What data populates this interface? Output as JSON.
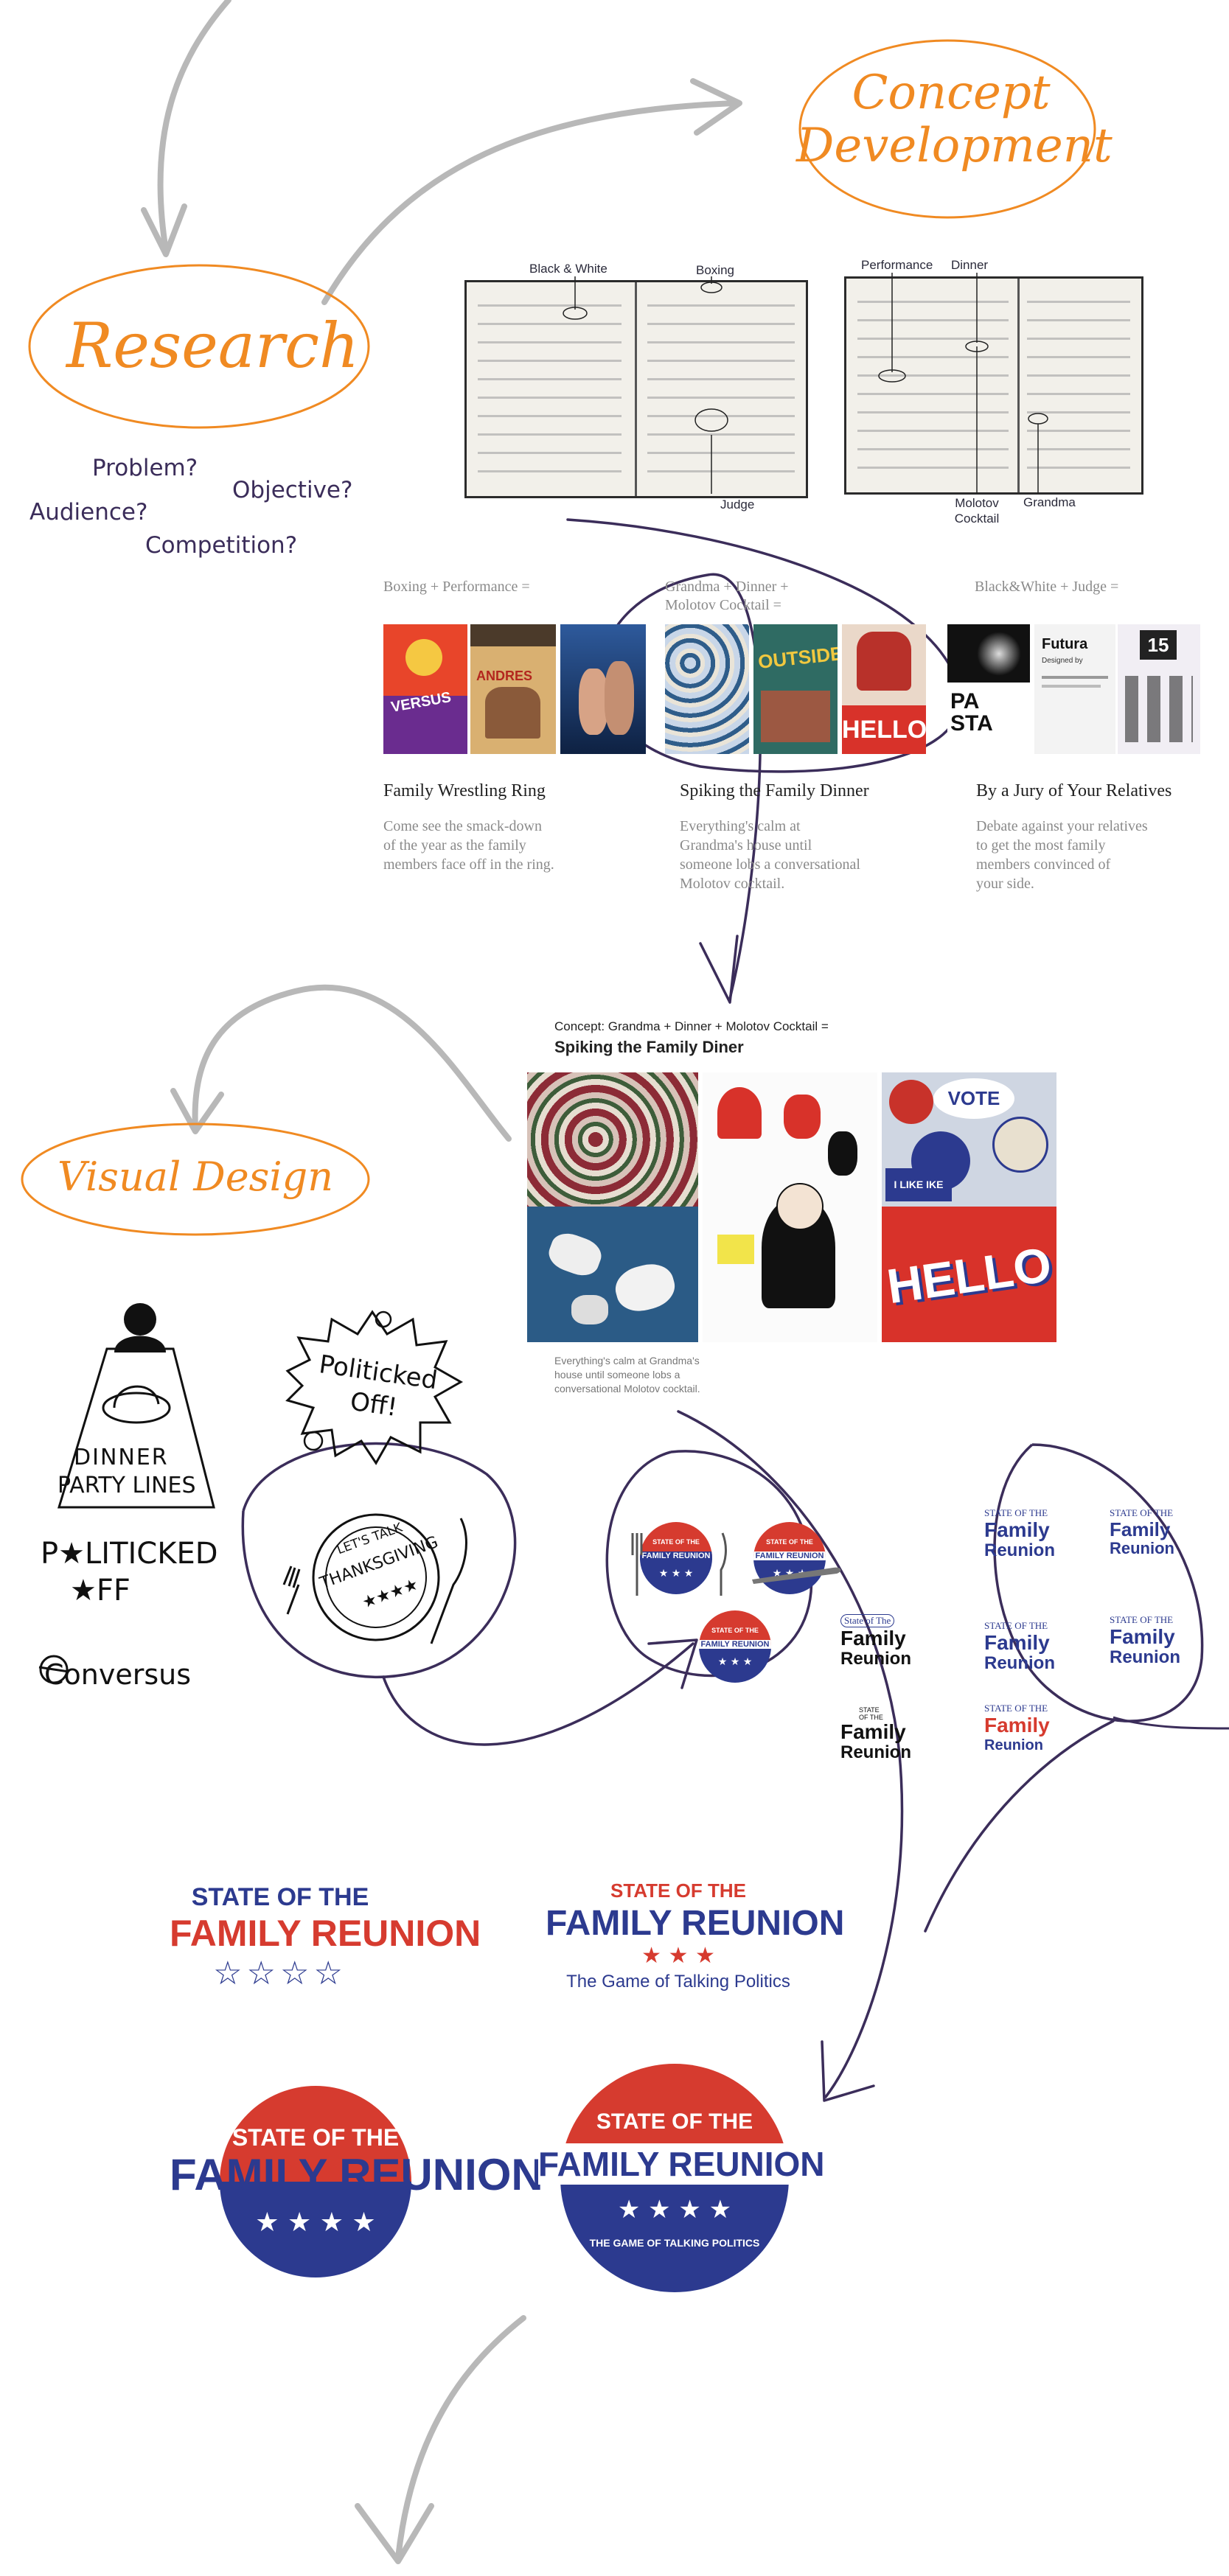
{
  "stages": {
    "concept": "Concept Development",
    "research": "Research",
    "visual": "Visual Design"
  },
  "research_questions": [
    "Problem?",
    "Objective?",
    "Audience?",
    "Competition?"
  ],
  "notebook_labels": {
    "left": [
      "Black & White",
      "Boxing",
      "Judge"
    ],
    "right": [
      "Performance",
      "Dinner",
      "Molotov Cocktail",
      "Grandma"
    ]
  },
  "concepts": [
    {
      "formula": "Boxing + Performance =",
      "title": "Family Wrestling Ring",
      "desc": [
        "Come see the smack-down",
        "of the year as the family",
        "members face off in the ring."
      ]
    },
    {
      "formula": "Grandma + Dinner +",
      "formula2": "Molotov Cocktail =",
      "title": "Spiking the Family Dinner",
      "desc": [
        "Everything's calm at",
        "Grandma's house until",
        "someone lobs a conversational",
        "Molotov cocktail."
      ]
    },
    {
      "formula": "Black&White + Judge =",
      "title": "By a Jury of Your Relatives",
      "desc": [
        "Debate against your relatives",
        "to get the most family",
        "members convinced of",
        "your side."
      ]
    }
  ],
  "moodboard": {
    "pre": "Concept: Grandma + Dinner + Molotov Cocktail =",
    "title": "Spiking the Family Diner",
    "caption": [
      "Everything's calm at Grandma's",
      "house until someone lobs a",
      "conversational Molotov cocktail."
    ]
  },
  "thumbs": {
    "versus": "VERSUS",
    "andres": "ANDRES",
    "outside": "OUTSIDE",
    "hello": "HELLO",
    "futura": "Futura",
    "futura_sub": "Designed by",
    "vote": "VOTE",
    "ike": "I LIKE IKE"
  },
  "sketches": {
    "dinner1": "DINNER",
    "dinner2": "PARTY LINES",
    "politicked_bubble": "Politicked Off!",
    "politicked_text1": "P★LITICKED",
    "politicked_text2": "★FF",
    "conversus": "Conversus",
    "plate1": "LET'S TALK",
    "plate2": "THANKSGIVING",
    "plate_stars": "★★★★"
  },
  "mini_logos": {
    "state_of": "STATE OF THE",
    "state_of_lc": "State of The",
    "family": "Family",
    "reunion": "Reunion",
    "family_reunion": "FAMILY REUNION"
  },
  "final": {
    "state": "STATE OF THE",
    "family_reunion": "FAMILY REUNION",
    "tagline": "The Game of Talking Politics",
    "tagline_caps": "THE GAME OF TALKING POLITICS",
    "stars4": "☆☆☆☆",
    "stars_solid": "★ ★ ★ ★",
    "stars3": "★ ★ ★"
  },
  "colors": {
    "orange": "#f08a22",
    "purple": "#3b2d5a",
    "red": "#d63b2f",
    "navy": "#2c3a8f",
    "gray_arrow": "#b5b5b5"
  }
}
